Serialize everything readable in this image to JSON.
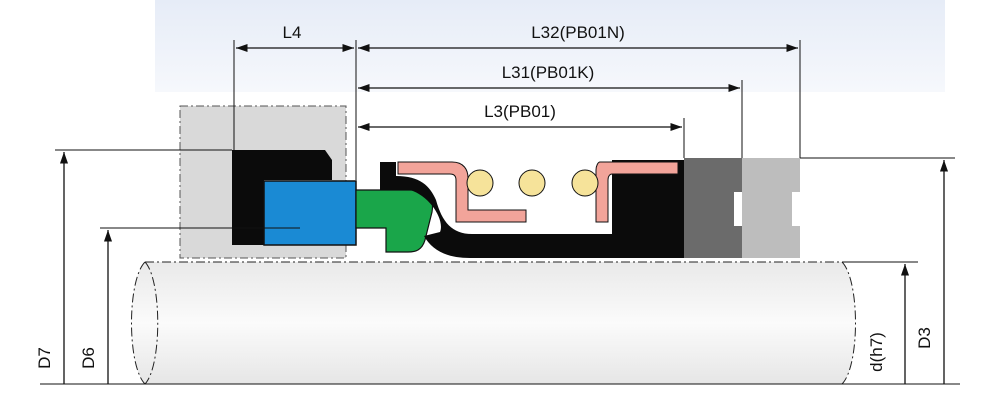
{
  "labels": {
    "l4": "L4",
    "l32": "L32(PB01N)",
    "l31": "L31(PB01K)",
    "l3": "L3(PB01)",
    "d7": "D7",
    "d6": "D6",
    "dh7": "d(h7)",
    "d3": "D3"
  },
  "colors": {
    "background_wash": "#e9eef8",
    "gland_gray": "#d9d9d9",
    "elastomer_black": "#0b0b0b",
    "stationary_seat_blue": "#1a8ad4",
    "rotary_face_green": "#1aa64a",
    "retainer_salmon": "#f2a49a",
    "spring_yellow": "#f6e39a",
    "seat_dark_gray": "#6b6b6b",
    "seat_light_gray": "#bdbdbd",
    "shaft_white": "#f7f7f7"
  }
}
